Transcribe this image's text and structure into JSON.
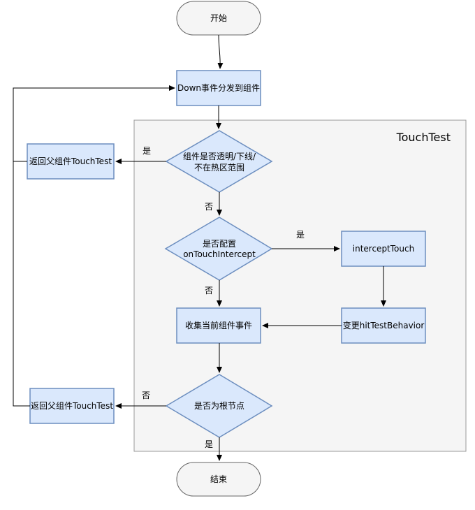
{
  "diagram": {
    "group_label": "TouchTest",
    "colors": {
      "box_fill": "#dae8fc",
      "box_stroke": "#6c8ebf",
      "terminal_fill": "#f5f5f5",
      "terminal_stroke": "#666666",
      "group_fill": "#f5f5f5",
      "group_stroke": "#999999",
      "line": "#000000"
    },
    "nodes": {
      "start": "开始",
      "dispatch": "Down事件分发到组件",
      "check_transparent_line1": "组件是否透明/下线/",
      "check_transparent_line2": "不在热区范围",
      "return_parent_1": "返回父组件TouchTest",
      "check_intercept_line1": "是否配置",
      "check_intercept_line2": "onTouchIntercept",
      "intercept_touch": "interceptTouch",
      "change_behavior": "变更hitTestBehavior",
      "collect_events": "收集当前组件事件",
      "check_root": "是否为根节点",
      "return_parent_2": "返回父组件TouchTest",
      "end": "结束"
    },
    "edge_labels": {
      "yes_1": "是",
      "no_1": "否",
      "yes_2": "是",
      "no_2": "否",
      "no_3": "否",
      "yes_3": "是"
    }
  }
}
